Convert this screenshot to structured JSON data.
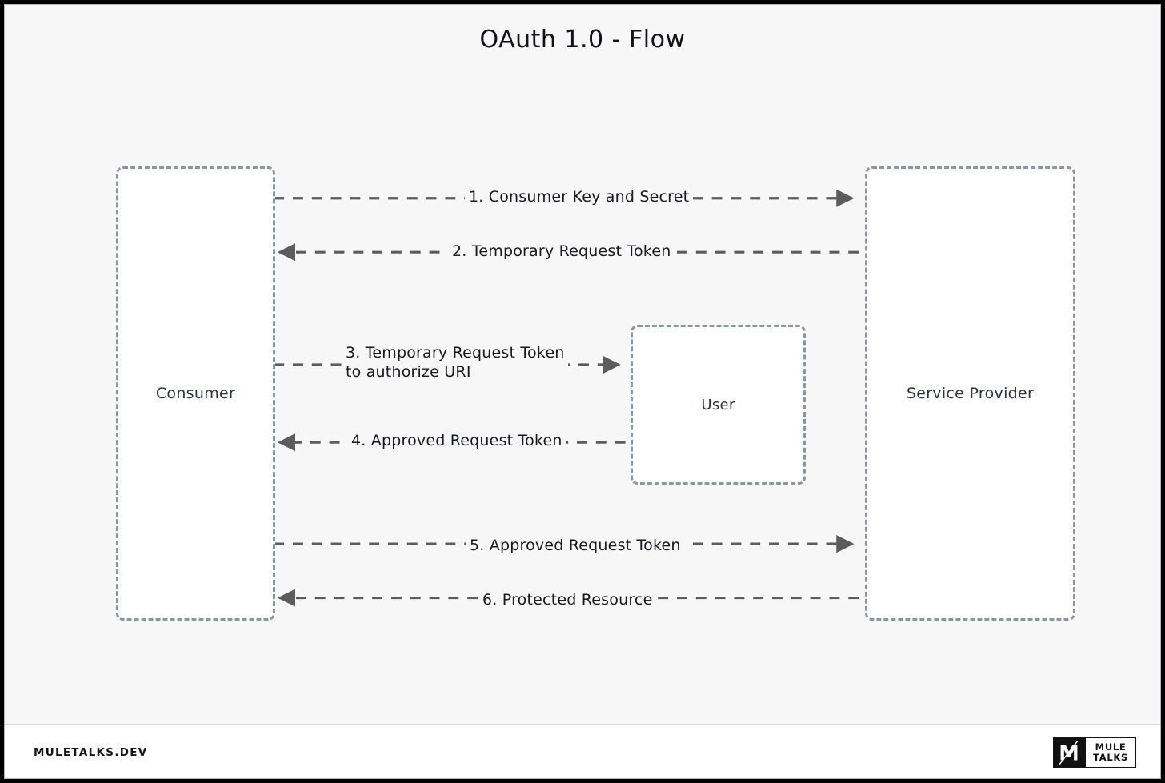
{
  "diagram": {
    "title": "OAuth 1.0 - Flow",
    "type": "sequence-flow",
    "colors": {
      "canvas_background": "#f7f7f8",
      "node_border": "#8a95a5",
      "node_fill": "#ffffff",
      "edge_stroke": "#5c5c5c",
      "text": "#16181d",
      "frame": "#000000"
    },
    "nodes": [
      {
        "id": "consumer",
        "label": "Consumer"
      },
      {
        "id": "user",
        "label": "User"
      },
      {
        "id": "service-provider",
        "label": "Service Provider"
      }
    ],
    "edges": [
      {
        "id": "e1",
        "number": "1",
        "label": "1. Consumer Key and Secret",
        "from": "consumer",
        "to": "service-provider",
        "direction": "right"
      },
      {
        "id": "e2",
        "number": "2",
        "label": "2. Temporary Request Token",
        "from": "service-provider",
        "to": "consumer",
        "direction": "left"
      },
      {
        "id": "e3",
        "number": "3",
        "label": "3. Temporary Request Token\nto authorize URI",
        "from": "consumer",
        "to": "user",
        "direction": "right"
      },
      {
        "id": "e4",
        "number": "4",
        "label": "4. Approved Request Token",
        "from": "user",
        "to": "consumer",
        "direction": "left"
      },
      {
        "id": "e5",
        "number": "5",
        "label": "5. Approved Request Token",
        "from": "consumer",
        "to": "service-provider",
        "direction": "right"
      },
      {
        "id": "e6",
        "number": "6",
        "label": "6. Protected Resource",
        "from": "service-provider",
        "to": "consumer",
        "direction": "left"
      }
    ]
  },
  "footer": {
    "brand": "MULETALKS.DEV",
    "logo": {
      "mark_icon": "m-monogram-icon",
      "line1": "MULE",
      "line2": "TALKS"
    }
  }
}
